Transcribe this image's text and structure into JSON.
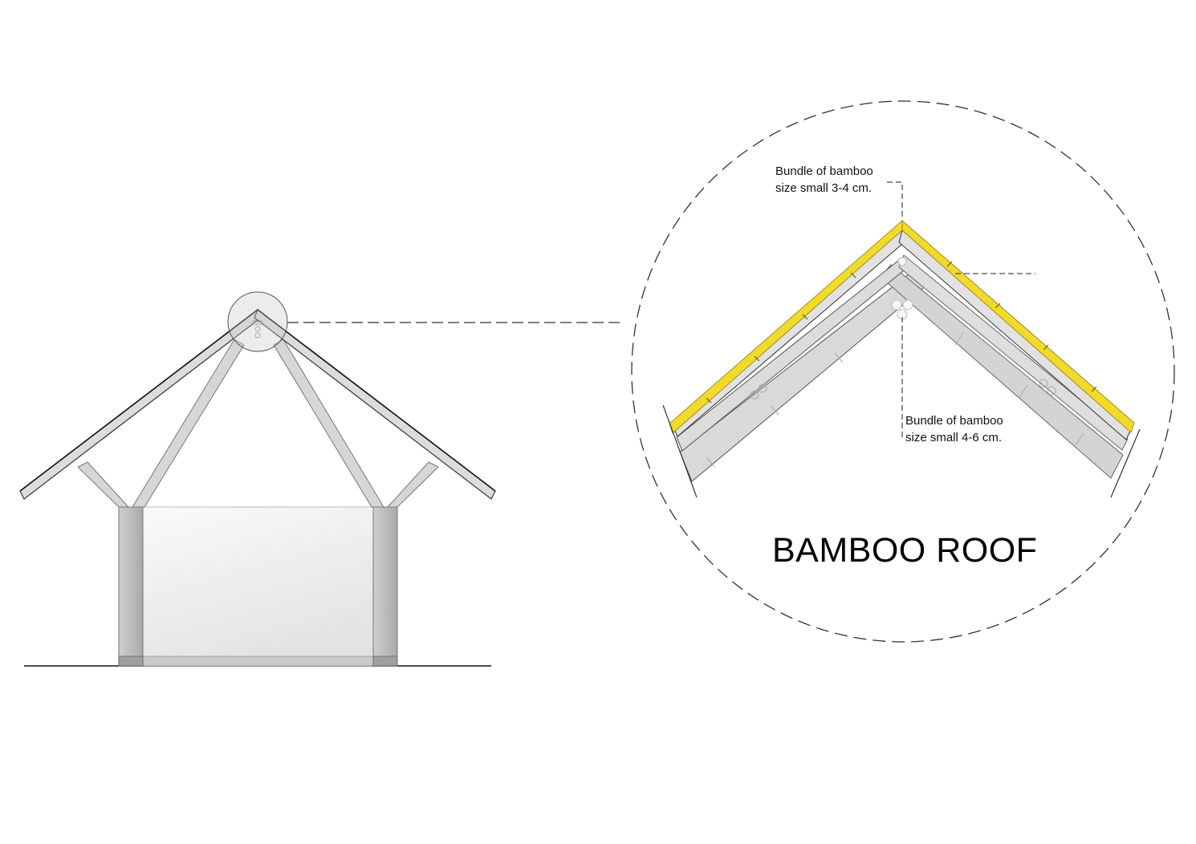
{
  "title": "BAMBOO ROOF",
  "labels": {
    "top": {
      "line1": "Bundle of bamboo",
      "line2": "size small 3-4 cm."
    },
    "bottom": {
      "line1": "Bundle of bamboo",
      "line2": "size small  4-6 cm."
    }
  },
  "colors": {
    "roof_covering": "#f2da2a",
    "bamboo_member": "#d9d9d9",
    "post": "#bdbdbd",
    "wall": "#f0f0f0",
    "line": "#222222"
  }
}
